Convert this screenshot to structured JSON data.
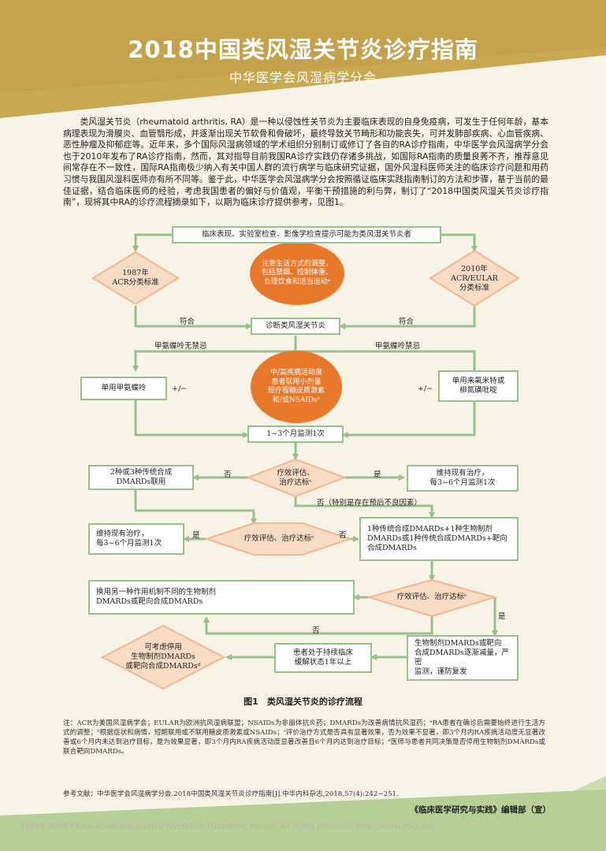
{
  "header": {
    "title": "2018中国类风湿关节炎诊疗指南",
    "subtitle": "中华医学会风湿病学分会"
  },
  "intro": "类风湿关节炎（rheumatoid arthritis, RA）是一种以侵蚀性关节炎为主要临床表现的自身免疫病，可发生于任何年龄，基本病理表现为滑膜炎、血管翳形成，并逐渐出现关节软骨和骨破坏，最终导致关节畸形和功能丧失，可并发肺部疾病、心血管疾病、恶性肿瘤及抑郁症等。近年来，多个国际风湿病领域的学术组织分别制订或修订了各自的RA诊疗指南，中华医学会风湿病学分会也于2010年发布了RA诊疗指南，然而，其对指导目前我国RA诊疗实践仍存诸多挑战，如国际RA指南的质量良莠不齐，推荐意见间常存在不一致性，国际RA指南极少纳入有关中国人群的流行病学与临床研究证据，国外风湿科医师关注的临床诊疗问题和用药习惯与我国风湿科医师亦有所不同等。鉴于此，中华医学会风湿病学分会按照循证临床实践指南制订的方法和步骤，基于当前的最佳证据，结合临床医师的经验，考虑我国患者的偏好与价值观，平衡干预措施的利与弊，制订了“2018中国类风湿关节炎诊疗指南”，现将其中RA的诊疗流程摘录如下，以期为临床诊疗提供参考，见图1。",
  "flow": {
    "start": "临床表现、实验室检查、影像学检查提示可能为类风湿关节炎者",
    "acr_criteria": "1987年\nACR分类标准",
    "eular_criteria": "2010年\nACR/EULAR\n分类标准",
    "lifestyle": "注意生活方式的调整，\n包括禁烟、控制体重、\n合理饮食和适当运动ᵃ",
    "diagnose": "诊断类风湿关节炎",
    "meets_left": "符合",
    "meets_right": "符合",
    "mtx_ok": "甲氨蝶呤无禁忌",
    "mtx_contra": "甲氨蝶呤禁忌",
    "mtx_mono": "单用甲氨蝶呤",
    "alt_dmard": "单用来氟米特或\n柳氮磺吡啶",
    "pm_left": "+/−",
    "pm_right": "+/−",
    "glucocorticoid": "中/高疾病活动度\n患者联用小剂量\n短疗程糖皮质激素\n和/或NSAIDsᵇ",
    "monitor": "1~3个月监测1次",
    "eval1": "疗效评估、\n治疗达标ᶜ",
    "combo_csdmard": "2种或3种传统合成\nDMARDs联用",
    "maintain1": "维持现有治疗，\n每3~6个月监测1次",
    "no1": "否",
    "yes1": "是",
    "no_poor": "否（特别是存在预后不良因素）",
    "maintain2": "维持现有治疗，\n每3~6个月监测1次",
    "yes2": "是",
    "eval2": "疗效评估、治疗达标ᶜ",
    "no2": "否",
    "bio_combo": "1种传统合成DMARDs+1种生物制剂\nDMARDs或1种传统合成DMARDs+靶向\n合成DMARDs",
    "switch_bio": "换用另一种作用机制不同的生物制剂\nDMARDs或靶向合成DMARDs",
    "eval3": "疗效评估、治疗达标ᶜ",
    "no3": "否",
    "yes3": "是",
    "taper": "生物制剂DMARDs或靶向\n合成DMARDs逐渐减量，严密\n监测，谨防复发",
    "remission": "患者处于持续临床\n缓解状态1年以上",
    "stop": "可考虑停用\n生物制剂DMARDs\n或靶向合成DMARDsᵈ"
  },
  "caption": "图1　类风湿关节炎的诊疗流程",
  "note": "注：ACR为美国风湿病学会；EULAR为欧洲抗风湿病联盟；NSAIDs为非甾体抗炎药；DMARDs为改善病情抗风湿药；ᵃRA患者在确诊后需要始终进行生活方式的调整；ᵇ根据症状和病情，短期联用或不联用糖皮质激素或NSAIDs；ᶜ评价治疗方式是否具有显著效果，否为效果不显著，即3个月内RA疾病活动度无显著改善或6个月内未达到治疗目标，是为效果显著，即3个月内RA疾病活动度显著改善且6个月内达到治疗目标；ᵈ医师与患者共同决策是否停用生物制剂DMARDs或联合靶向DMARDs。",
  "reference": "参考文献：中华医学会风湿病学分会.2018中国类风湿关节炎诊疗指南[J].中华内科杂志,2018,57(4):242−251.",
  "footer": "《临床医学研究与实践》编辑部（宣）",
  "copyright": "21994-2018 China Academic Journal Electronic Publishing House. All rights reserved.    http://www.cnki.net",
  "colors": {
    "header_band": "#c8a850",
    "box_border": "#9bbf8c",
    "diamond_fill": "#f9dcc4",
    "diamond_border": "#f0b890",
    "orange_fill": "#e8782a",
    "arrow": "#9bbf8c",
    "bottom_band": "#b5cf96"
  }
}
